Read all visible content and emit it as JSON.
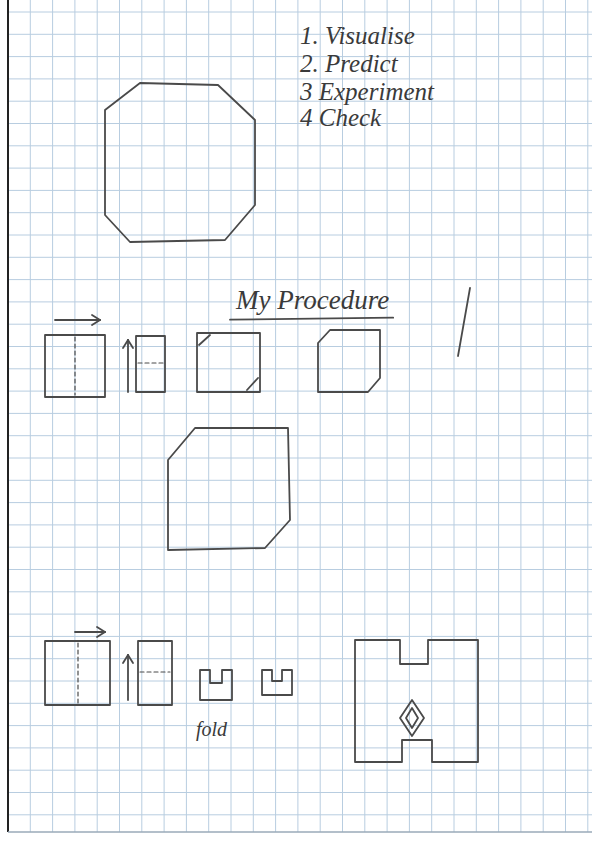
{
  "diagram": {
    "title": "My Procedure",
    "labels": [
      "1. Visualise",
      "2. Predict",
      "3 Experiment",
      "4 Check",
      "fold"
    ]
  }
}
